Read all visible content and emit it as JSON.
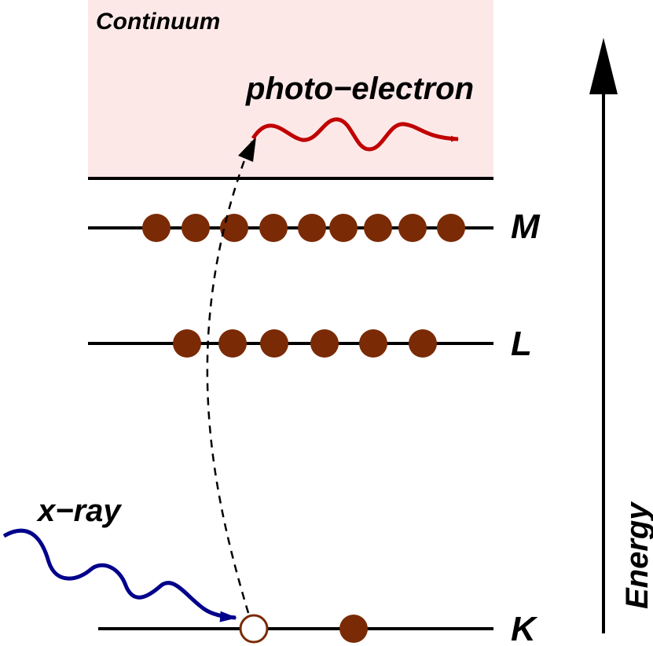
{
  "diagram": {
    "continuum_label": "Continuum",
    "photoelectron_label": "photo−electron",
    "xray_label": "x−ray",
    "energy_label": "Energy",
    "levels": [
      {
        "name": "M",
        "electrons": 9
      },
      {
        "name": "L",
        "electrons": 6
      },
      {
        "name": "K",
        "electrons": 1,
        "vacancies": 1
      }
    ]
  },
  "colors": {
    "continuum_fill": "#fde8e8",
    "electron": "#7a2a05",
    "photoelectron_wave": "#c00000",
    "xray_wave": "#00008b",
    "lines": "#000000"
  }
}
